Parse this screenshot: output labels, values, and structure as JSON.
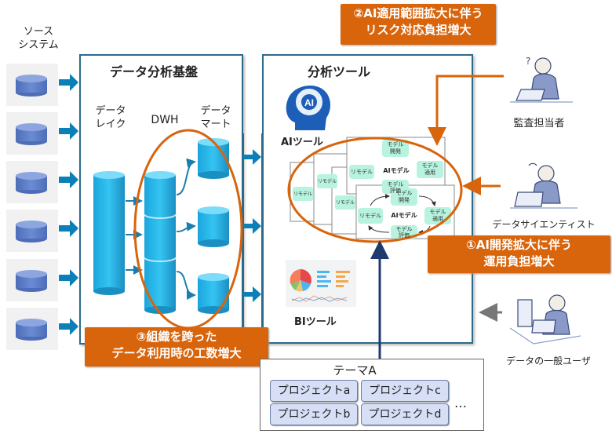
{
  "source_systems": {
    "title_line1": "ソース",
    "title_line2": "システム",
    "count": 6
  },
  "data_platform": {
    "title": "データ分析基盤",
    "data_lake_line1": "データ",
    "data_lake_line2": "レイク",
    "dwh_label": "DWH",
    "data_mart_line1": "データ",
    "data_mart_line2": "マート"
  },
  "analysis_tools": {
    "title": "分析ツール",
    "ai_tool_label": "AIツール",
    "ai_icon_text": "AI",
    "bi_tool_label": "BIツール",
    "model_cycle": {
      "center": "AIモデル",
      "develop": "モデル開発",
      "apply": "モデル適用",
      "evaluate": "モデル評価",
      "remodel": "リモデル",
      "develop_l1": "モデル",
      "develop_l2": "開発",
      "apply_l1": "モデル",
      "apply_l2": "適用",
      "evaluate_l1": "モデル",
      "evaluate_l2": "評価"
    }
  },
  "callouts": {
    "c1_line1": "①AI開発拡大に伴う",
    "c1_line2": "運用負担増大",
    "c2_line1": "②AI適用範囲拡大に伴う",
    "c2_line2": "リスク対応負担増大",
    "c3_line1": "③組織を跨った",
    "c3_line2": "データ利用時の工数増大"
  },
  "people": {
    "auditor": "監査担当者",
    "data_scientist": "データサイエンティスト",
    "general_user": "データの一般ユーザ"
  },
  "theme": {
    "title": "テーマA",
    "projects": [
      "プロジェクトa",
      "プロジェクトc",
      "プロジェクトb",
      "プロジェクトd"
    ],
    "more": "…"
  },
  "colors": {
    "callout_orange": "#d8640c",
    "frame_blue": "#2b6a8a",
    "arrow_blue": "#0b80b8",
    "cylinder_cyan": "#22b4e8",
    "source_cylinder": "#5b7bc4",
    "navy_arrow": "#1f3a6e",
    "model_box": "#b7f3df"
  }
}
